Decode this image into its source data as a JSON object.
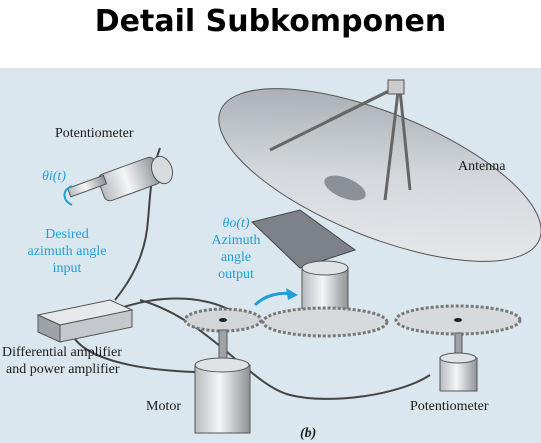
{
  "title": "Detail Subkomponen",
  "labels": {
    "potentiometer_input": "Potentiometer",
    "theta_i": "θi(t)",
    "desired_1": "Desired",
    "desired_2": "azimuth angle",
    "desired_3": "input",
    "theta_o": "θo(t)",
    "output_1": "Azimuth",
    "output_2": "angle",
    "output_3": "output",
    "antenna": "Antenna",
    "amp_1": "Differential amplifier",
    "amp_2": "and power amplifier",
    "motor": "Motor",
    "potentiometer_output": "Potentiometer",
    "caption": "(b)"
  },
  "colors": {
    "panel_bg": "#dbe7ef",
    "accent_cyan": "#1f9fd3"
  }
}
